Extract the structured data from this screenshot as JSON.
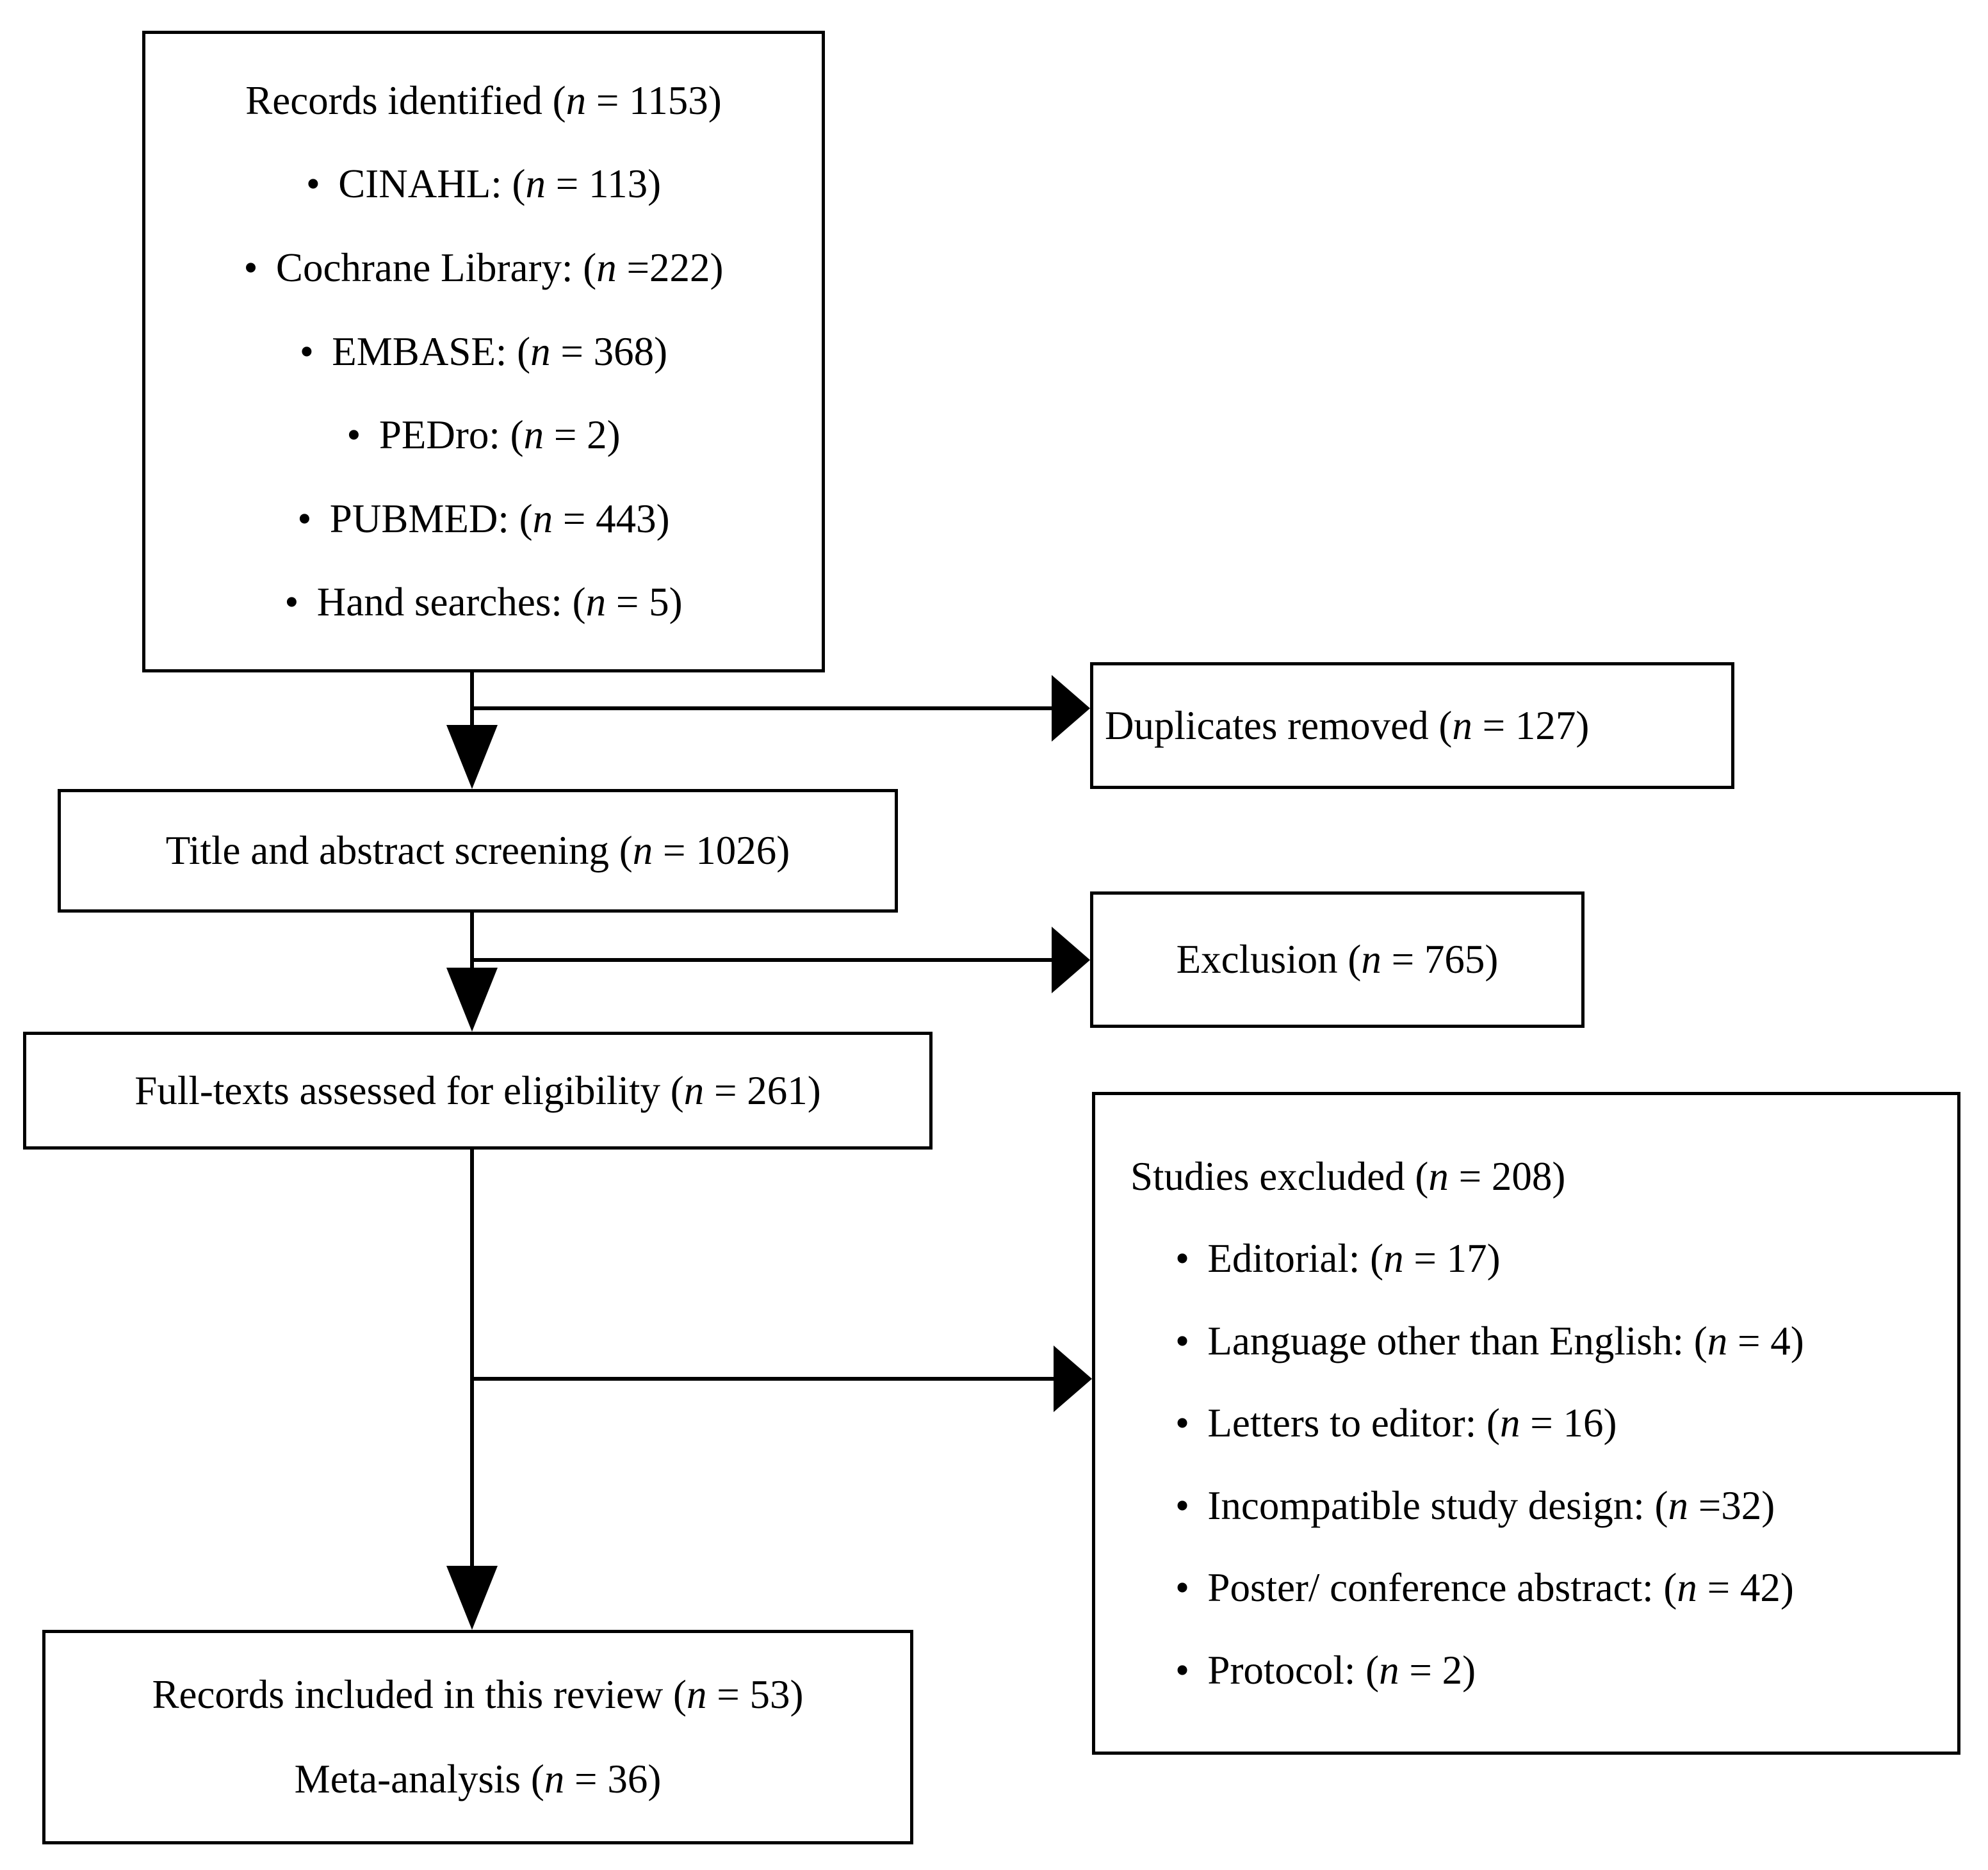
{
  "figure": {
    "type": "study-selection-flow-diagram",
    "colors": {
      "background": "#ffffff",
      "line": "#000000",
      "text": "#000000"
    },
    "records_identified": {
      "title": "Records identified (n = 1153)",
      "items": [
        "CINAHL: (n = 113)",
        "Cochrane Library: (n =222)",
        "EMBASE: (n = 368)",
        "PEDro: (n = 2)",
        "PUBMED: (n = 443)",
        "Hand searches: (n = 5)"
      ]
    },
    "duplicates_removed": {
      "label": "Duplicates removed (n = 127)"
    },
    "title_abstract_screening": {
      "label": "Title and abstract screening (n = 1026)"
    },
    "exclusion": {
      "label": "Exclusion (n = 765)"
    },
    "full_texts_assessed": {
      "label": "Full-texts assessed for eligibility (n = 261)"
    },
    "studies_excluded": {
      "title": "Studies excluded (n = 208)",
      "items": [
        "Editorial: (n = 17)",
        "Language other than English: (n = 4)",
        "Letters to editor: (n = 16)",
        "Incompatible study design: (n =32)",
        "Poster/ conference abstract: (n = 42)",
        "Protocol: (n = 2)"
      ]
    },
    "records_included": {
      "lines": [
        "Records included in this review (n = 53)",
        "Meta-analysis (n = 36)"
      ]
    }
  }
}
